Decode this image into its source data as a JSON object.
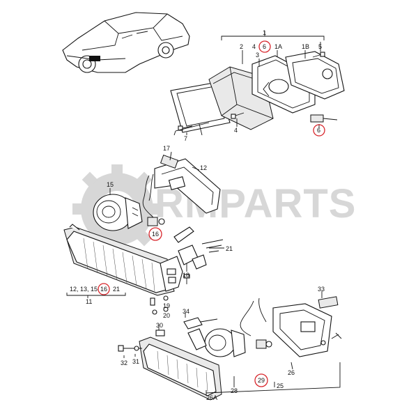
{
  "watermark": {
    "text": "RMPARTS"
  },
  "colors": {
    "highlight_circle": "#d8262c",
    "watermark": "#d7d7d7",
    "line": "#111111"
  },
  "labels": {
    "top": {
      "n1": "1",
      "n6a": "6",
      "n2": "2",
      "n4a": "4",
      "n3": "3",
      "n1A": "1A",
      "n1B": "1B",
      "n5": "5",
      "n4b": "4",
      "n7": "7",
      "n6b": "6"
    },
    "middle": {
      "n17": "17",
      "n12": "12",
      "n15": "15",
      "n16a": "16",
      "n21": "21",
      "n18": "18",
      "group": "12, 13, 15",
      "n16b": "16",
      "n21b": "21",
      "n11": "11",
      "n19": "19",
      "n20": "20"
    },
    "bottom": {
      "n33": "33",
      "n34": "34",
      "n30": "30",
      "n26": "26",
      "n32": "32",
      "n31": "31",
      "n28": "28",
      "n29": "29",
      "n25": "25",
      "n26A": "26A"
    }
  }
}
